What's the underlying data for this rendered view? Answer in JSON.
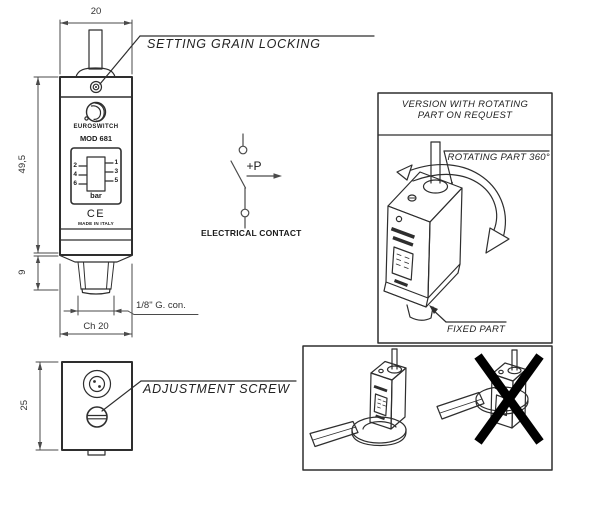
{
  "front_view": {
    "dims": {
      "width": "20",
      "height": "49,5",
      "thread_height": "9",
      "hex": "Ch 20"
    },
    "thread_label": "1/8\" G. con.",
    "setting_callout": "SETTING GRAIN LOCKING",
    "face": {
      "brand": "EUROSWITCH",
      "model": "MOD 681",
      "scale_left": [
        "2",
        "4",
        "6"
      ],
      "scale_right": [
        "1",
        "3",
        "5"
      ],
      "unit": "bar",
      "ce": "CE",
      "origin": "MADE IN ITALY"
    }
  },
  "contact": {
    "pressure": "+P",
    "caption": "ELECTRICAL CONTACT"
  },
  "rotating_box": {
    "title1": "VERSION WITH ROTATING",
    "title2": "PART ON REQUEST",
    "rotating_label": "ROTATING PART 360°",
    "fixed_label": "FIXED PART"
  },
  "bottom_view": {
    "dim_height": "25",
    "adjustment_callout": "ADJUSTMENT SCREW"
  },
  "colors": {
    "line": "#2e2e2e",
    "dim_line": "#4a4a4a",
    "cross": "#000000"
  }
}
